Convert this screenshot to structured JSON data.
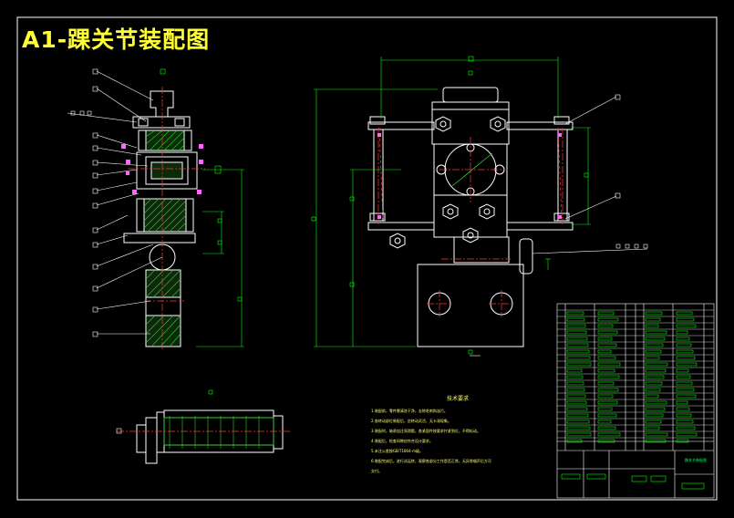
{
  "drawing": {
    "title": "A1-踝关节装配图",
    "colors": {
      "background": "#000000",
      "border": "#ffffff",
      "title": "#ffff33",
      "outline": "#ffffff",
      "dimension": "#00ff00",
      "centerline": "#ff3333",
      "hatch": "#33cc33",
      "part": "#ff66ff",
      "notes": "#ffff66"
    }
  },
  "notes": {
    "heading": "技术要求",
    "items": [
      "1.装配前，零件需清洗干净，去除毛刺和油污。",
      "2.各转动部位装配后，应转动灵活，无卡滞现象。",
      "3.装配时，轴承加注润滑脂，各紧固件按要求拧紧到位，不得松动。",
      "4.装配后，检查间隙应符合设计要求。",
      "5.未注公差按GB/T1804-m级。",
      "6.装配完成后，进行试运转，观察各部分工作是否正常，无异常噪声后方可",
      "交付。"
    ]
  },
  "title_block": {
    "name": "踝关节装配图"
  }
}
